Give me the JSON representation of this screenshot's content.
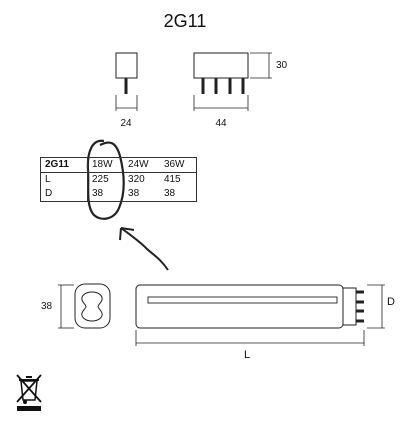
{
  "title": "2G11",
  "base": {
    "side_width": "24",
    "front_width": "44",
    "height": "30"
  },
  "specs": {
    "headers": [
      "2G11",
      "18W",
      "24W",
      "36W"
    ],
    "rows": [
      {
        "label": "L",
        "values": [
          "225",
          "320",
          "415"
        ]
      },
      {
        "label": "D",
        "values": [
          "38",
          "38",
          "38"
        ]
      }
    ]
  },
  "lamp": {
    "end_width": "38",
    "diameter_label": "D",
    "length_label": "L"
  },
  "icons": {
    "disposal": "crossed-out-wheelie-bin-icon"
  },
  "colors": {
    "line": "#222222",
    "annotation": "#000000"
  }
}
